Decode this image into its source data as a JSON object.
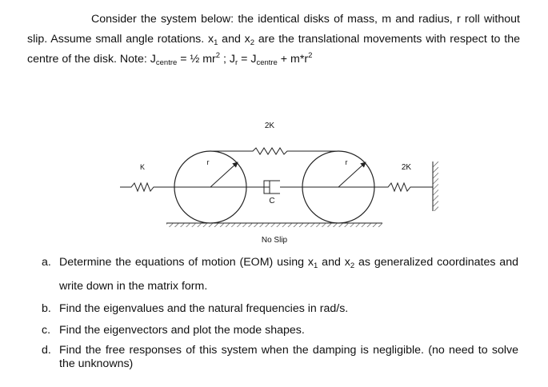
{
  "intro": {
    "line1": "Consider the system below: the identical disks of mass, m and radius, r roll without slip. Assume small angle rotations. x",
    "x1_sub": "1",
    "line2": " and x",
    "x2_sub": "2",
    "line3": " are the translational movements with respect to the centre of the disk. Note: J",
    "jcentre_sub": "centre",
    "line4": " = ½ mr",
    "sq1": "2",
    "line5": " ; J",
    "jr_sub": "r",
    "line6": " = J",
    "jcentre2_sub": "centre",
    "line7": " + m*r",
    "sq2": "2"
  },
  "figure": {
    "top_spring_label": "2K",
    "left_spring_label": "K",
    "right_spring_label": "2K",
    "damper_label": "C",
    "radius_left_label": "r",
    "radius_right_label": "r",
    "ground_label": "No Slip"
  },
  "questions": [
    {
      "marker": "a.",
      "text1": "Determine the equations of motion (EOM) using x",
      "sub1": "1",
      "text2": " and x",
      "sub2": "2",
      "text3": " as generalized coordinates and write down in the matrix form."
    },
    {
      "marker": "b.",
      "text": "Find the eigenvalues and the natural frequencies in rad/s."
    },
    {
      "marker": "c.",
      "text": "Find the eigenvectors and plot the mode shapes."
    },
    {
      "marker": "d.",
      "text": "Find the free responses of this system when the damping is negligible. (no need to solve the unknowns)"
    }
  ],
  "colors": {
    "text": "#111111",
    "line": "#222222",
    "hatch": "#444444"
  }
}
